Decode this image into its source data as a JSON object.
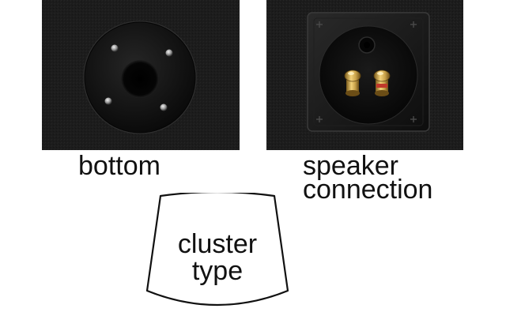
{
  "photos": {
    "bottom": {
      "caption": "bottom",
      "background_color": "#1a1a1a",
      "plate_color": "#0c0c0c"
    },
    "connection": {
      "caption_line1": "speaker",
      "caption_line2": "connection",
      "background_color": "#1a1a1a",
      "plate_color": "#101010",
      "terminal_color": "#c9a24a",
      "terminal_accent_red": "#c0392b"
    }
  },
  "shape": {
    "label_line1": "cluster",
    "label_line2": "type",
    "stroke_color": "#111111"
  }
}
